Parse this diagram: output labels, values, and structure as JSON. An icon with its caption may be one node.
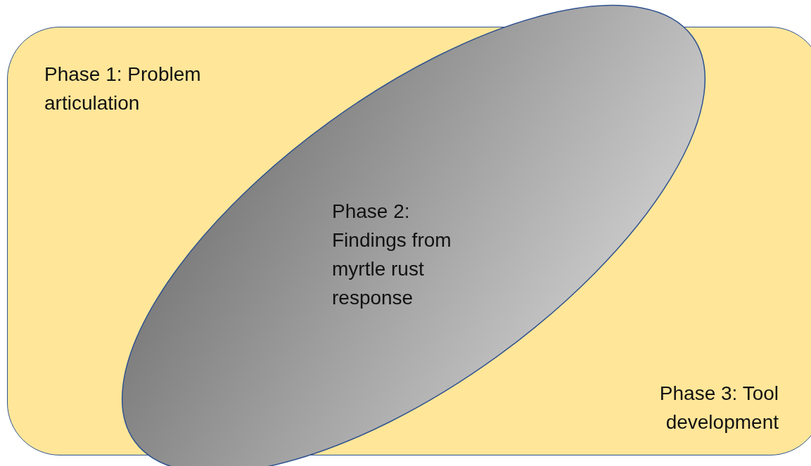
{
  "diagram": {
    "nodes": [
      {
        "text": [
          "Phase 1: Problem articulation",
          "Phase 3: Tool development"
        ]
      },
      {
        "text": [
          "Phase 2: Findings from myrtle rust response"
        ]
      }
    ]
  }
}
